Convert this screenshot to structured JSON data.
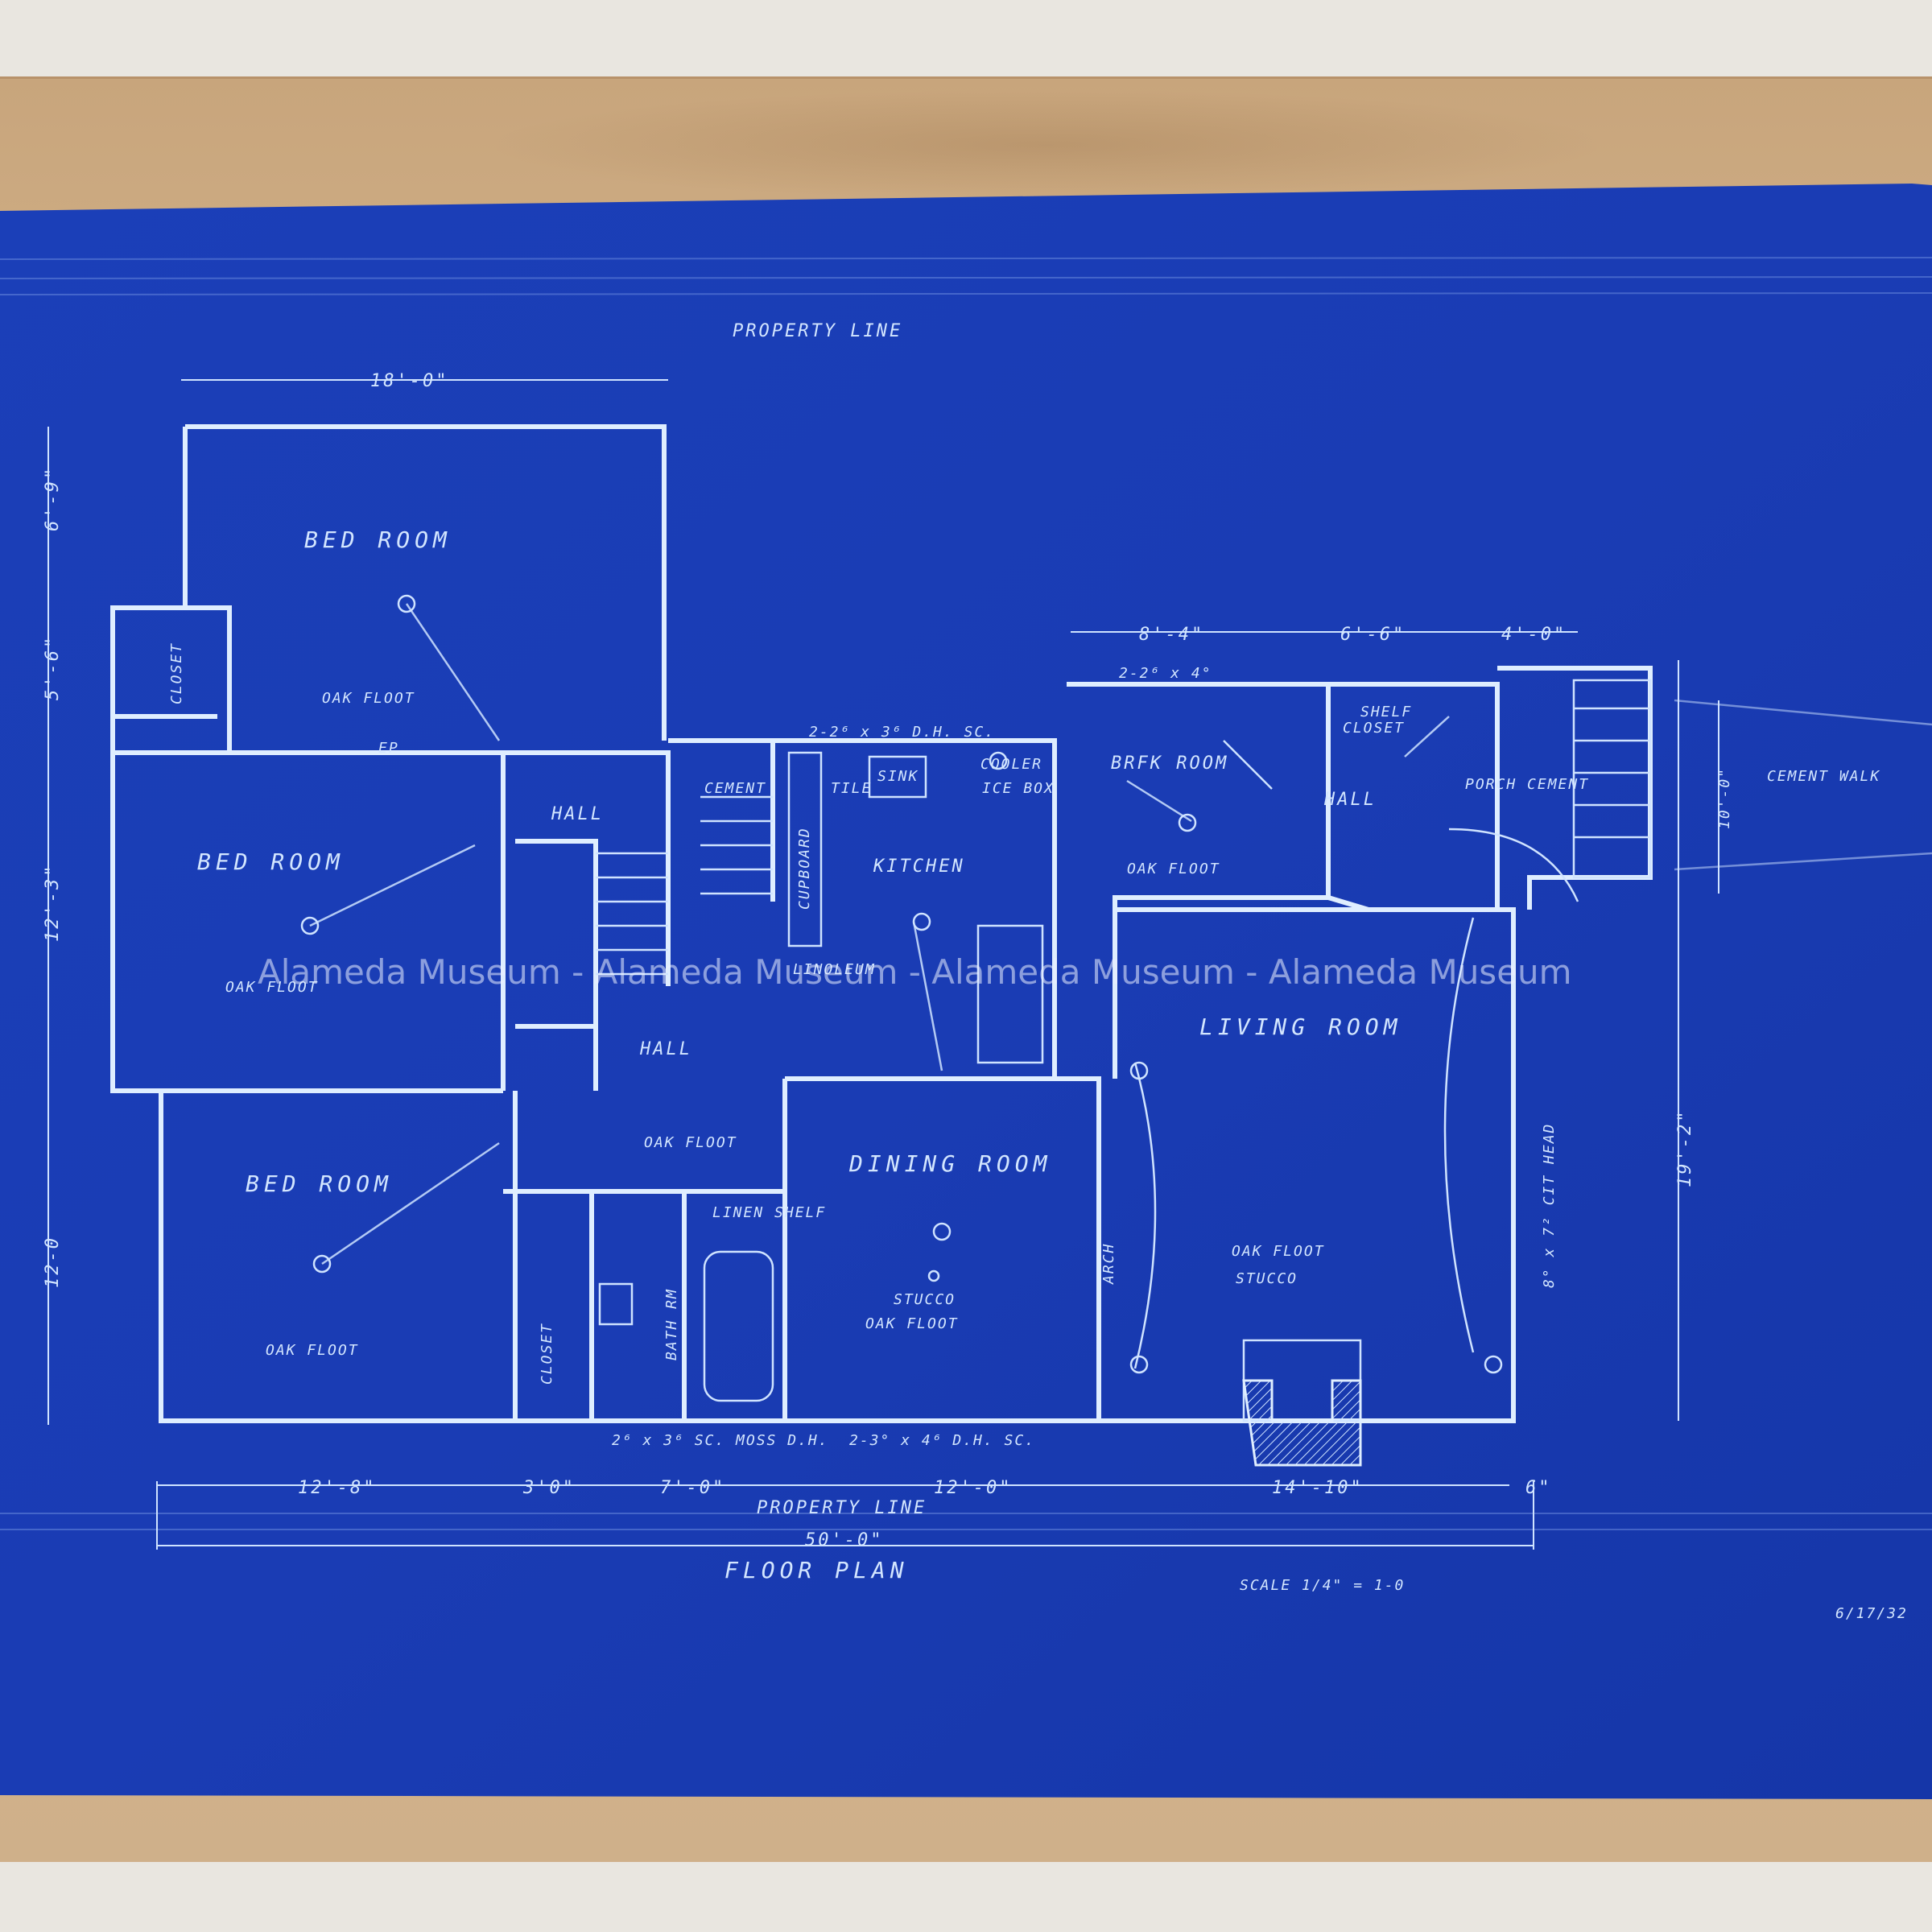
{
  "labels": {
    "property_line_top": "PROPERTY LINE",
    "property_line_bottom": "PROPERTY LINE",
    "title": "FLOOR PLAN",
    "scale": "SCALE 1/4\" = 1-0",
    "date": "6/17/32",
    "watermark": "Alameda Museum - Alameda Museum - Alameda Museum - Alameda Museum"
  },
  "rooms": {
    "bedroom_top": "BED ROOM",
    "bedroom_mid": "BED ROOM",
    "bedroom_bottom": "BED ROOM",
    "kitchen": "KITCHEN",
    "breakfast_room": "BRFK ROOM",
    "living_room": "LIVING ROOM",
    "dining_room": "DINING ROOM",
    "bath": "BATH RM",
    "hall_upper": "HALL",
    "hall_lower": "HALL",
    "hall_right": "HALL",
    "porch": "PORCH CEMENT",
    "closet_top": "CLOSET",
    "closet_right": "CLOSET",
    "closet_bottom": "CLOSET"
  },
  "notes": {
    "oak_floor_top": "OAK FLOOT",
    "oak_floor_mid": "OAK FLOOT",
    "oak_floor_bottom": "OAK FLOOT",
    "oak_floor_hall": "OAK FLOOT",
    "oak_floor_brfk": "OAK FLOOT",
    "oak_floor_living": "OAK FLOOT",
    "oak_floor_dining": "OAK FLOOT",
    "stucco_living": "STUCCO",
    "stucco_dining": "STUCCO",
    "linoleum": "LINOLEUM",
    "cement": "CEMENT",
    "cement_walk": "CEMENT WALK",
    "sink": "SINK",
    "cooler": "COOLER",
    "ice_box": "ICE BOX",
    "tile": "TILE",
    "cupboard": "CUPBOARD",
    "shelf": "SHELF",
    "linen_shelf": "LINEN SHELF",
    "arch": "ARCH",
    "ep": "EP",
    "window_top": "2-2⁶ x 3⁶ D.H. SC.",
    "window_bottom": "2-3° x 4⁶ D.H. SC.",
    "window_bath": "2⁶ x 3⁶ SC. MOSS D.H.",
    "window_brfk": "2-2⁶ x 4°",
    "window_living_right": "8° x 7² CIT HEAD"
  },
  "dimensions": {
    "d_top_width": "18'-0\"",
    "d_left_1": "6'-9\"",
    "d_left_2": "5'-6\"",
    "d_left_3": "12'-3\"",
    "d_left_4": "12-0",
    "d_b1": "12'-8\"",
    "d_b2": "3'0\"",
    "d_b3": "7'-0\"",
    "d_b4": "12'-0\"",
    "d_b5": "14'-10\"",
    "d_b6": "6\"",
    "d_total": "50'-0\"",
    "d_r1": "8'-4\"",
    "d_r2": "6'-6\"",
    "d_r3": "4'-0\"",
    "d_right_h": "19'-2\"",
    "d_walk": "10'-0\""
  }
}
